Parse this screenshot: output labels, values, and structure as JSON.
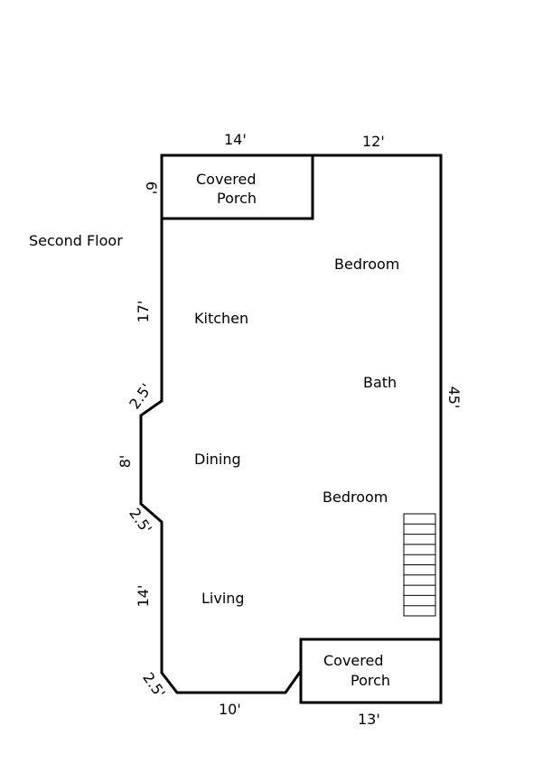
{
  "floor_label": "Second Floor",
  "rooms": {
    "porch_top_line1": "Covered",
    "porch_top_line2": "Porch",
    "bedroom_top": "Bedroom",
    "kitchen": "Kitchen",
    "bath": "Bath",
    "dining": "Dining",
    "bedroom_bottom": "Bedroom",
    "living": "Living",
    "porch_bottom_line1": "Covered",
    "porch_bottom_line2": "Porch"
  },
  "dimensions": {
    "top_left": "14'",
    "top_right": "12'",
    "left_porch": "6'",
    "left_kitchen": "17'",
    "left_jog_upper": "2.5'",
    "left_dining": "8'",
    "left_jog_lower": "2.5'",
    "left_living": "14'",
    "bottom_corner": "2.5'",
    "bottom_left": "10'",
    "bottom_right": "13'",
    "right_side": "45'"
  },
  "stairs": {
    "step_count": 10
  }
}
